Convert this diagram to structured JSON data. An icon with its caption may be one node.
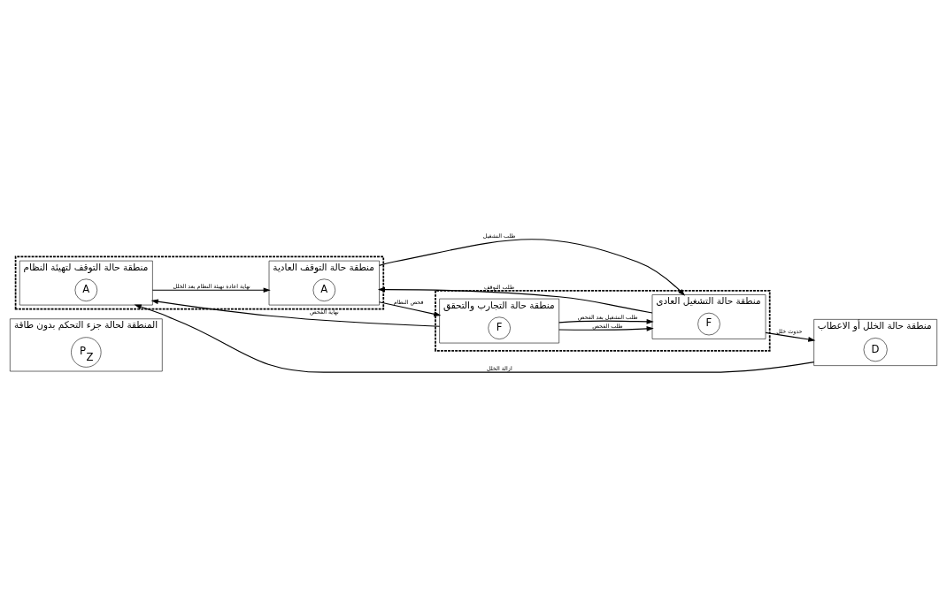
{
  "diagram": {
    "nodes": [
      {
        "text": [
          "المنطقة لحالة جزء التحكم بدون طاقة"
        ]
      },
      {
        "text": [
          "P$_{Z}$"
        ],
        "in": 0
      },
      {
        "text": [],
        "shape": "box"
      },
      {
        "text": [
          "منطقة حالة التوقف لتهيئة النظام"
        ],
        "in": 2
      },
      {
        "text": [
          "A"
        ],
        "in": 3
      },
      {
        "text": [
          "منطقة حالة التوقف العادية"
        ],
        "in": 2
      },
      {
        "text": [
          "A"
        ],
        "in": 5
      },
      {
        "text": [],
        "shape": "box"
      },
      {
        "text": [
          "منطقة حالة التجارب والتحقق"
        ],
        "in": 7
      },
      {
        "text": [
          "F"
        ],
        "in": 8
      },
      {
        "text": [
          "منطقة حالة التشغيل العادى"
        ],
        "in": 7
      },
      {
        "text": [
          "F"
        ],
        "in": 10
      },
      {
        "text": [
          "منطقة حالة الخلل أو الاعطاب"
        ]
      },
      {
        "text": [
          "D"
        ],
        "in": 12
      }
    ],
    "edges": [
      {
        "from": 8,
        "to": 3,
        "arrow": "to",
        "label": "نهاية الفحص"
      },
      {
        "from": 5,
        "to": 8,
        "arrow": "to",
        "label": "فحص النظام"
      },
      {
        "from": 3,
        "to": 5,
        "arrow": "to",
        "label": "نهاية اعادة تهيئة النظام بعد الخلل"
      },
      {
        "from": 5,
        "to": 10,
        "arrow": "to",
        "label": "طلب التشغيل"
      },
      {
        "from": 8,
        "to": 10,
        "arrow": "to",
        "label": "طلب الفحص"
      },
      {
        "from": 10,
        "to": 5,
        "arrow": "to",
        "label": "طلب التوقف"
      },
      {
        "from": 8,
        "to": 10,
        "arrow": "to",
        "label": "طلب التشغيل بعد الفحص"
      },
      {
        "from": 12,
        "to": 3,
        "arrow": "to",
        "label": "ازالة الخلل"
      },
      {
        "from": 10,
        "to": 12,
        "arrow": "to",
        "label": "حدوث خلل"
      }
    ]
  }
}
